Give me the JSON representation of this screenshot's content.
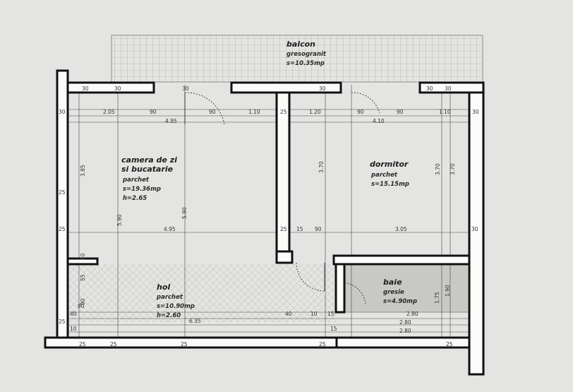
{
  "rooms": {
    "balcony": {
      "name": "balcon",
      "floor": "gresogranit",
      "area": "s=10.35mp"
    },
    "living": {
      "name_line1": "camera de zi",
      "name_line2": "si bucatarie",
      "floor": "parchet",
      "area": "s=19.36mp",
      "height": "h=2.65"
    },
    "bedroom": {
      "name": "dormitor",
      "floor": "parchet",
      "area": "s=15.15mp"
    },
    "bath": {
      "name": "baie",
      "floor": "gresie",
      "area": "s=4.90mp"
    },
    "hall": {
      "name": "hol",
      "floor": "parchet",
      "area": "s=10.90mp",
      "height": "h=2.60"
    }
  },
  "dimensions": {
    "top_row": [
      "30",
      "2.05",
      "90",
      "90",
      "1.10",
      "25",
      "1.20",
      "90",
      "90",
      "1.10",
      "30"
    ],
    "top_totals": [
      "4.95",
      "4.10"
    ],
    "top_wall": [
      "30",
      "30",
      "30",
      "30",
      "30",
      "30"
    ],
    "mid_row": [
      "4.95",
      "25",
      "15",
      "90",
      "3.05",
      "30"
    ],
    "vertical": [
      "3.85",
      "5.90",
      "5.90",
      "3.70",
      "3.70",
      "3.70",
      "1.90",
      "1.75"
    ],
    "bath_widths": [
      "2.80",
      "2.80",
      "2.80"
    ],
    "bottom_row": [
      "6.35",
      "40",
      "10",
      "15"
    ],
    "bottom_wall": [
      "25",
      "25",
      "25",
      "25",
      "25"
    ],
    "left_side": [
      "25",
      "25",
      "90",
      "10",
      "55",
      "40",
      "90",
      "10",
      "15",
      "25"
    ]
  }
}
